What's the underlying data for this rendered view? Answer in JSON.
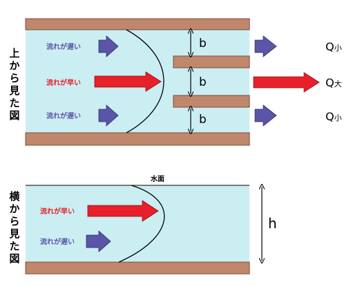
{
  "top_view": {
    "side_label": [
      "上",
      "か",
      "ら",
      "見",
      "た",
      "図"
    ],
    "slow_label": "流れが遅い",
    "fast_label": "流れが早い",
    "gap_label": "b",
    "outflow_small": "Q",
    "outflow_small_sub": "小",
    "outflow_large": "Q",
    "outflow_large_sub": "大"
  },
  "side_view": {
    "side_label": [
      "横",
      "か",
      "ら",
      "見",
      "た",
      "図"
    ],
    "surface_label": "水面",
    "fast_label": "流れが早い",
    "slow_label": "流れが遅い",
    "depth_label": "h"
  },
  "colors": {
    "water": "#cbeef2",
    "wall": "#c0876d",
    "wall_edge": "#7a4b37",
    "slow_arrow": "#5a55a6",
    "fast_arrow": "#e8202a",
    "slow_text": "#5a55a6",
    "fast_text": "#e8202a"
  }
}
